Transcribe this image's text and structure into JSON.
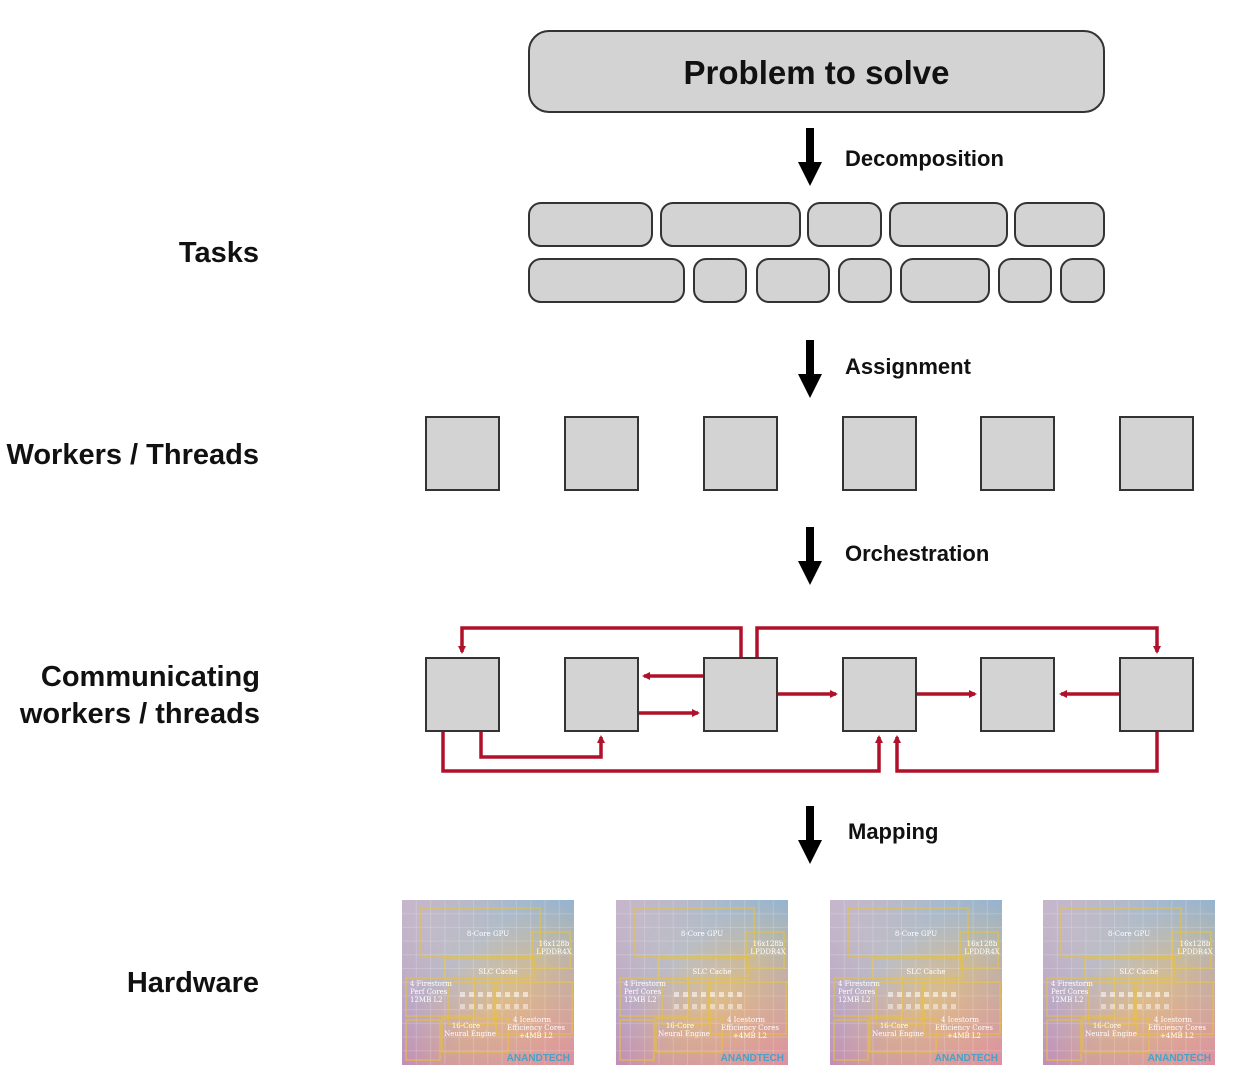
{
  "problem": {
    "label": "Problem to solve"
  },
  "steps": [
    {
      "label": "Decomposition"
    },
    {
      "label": "Assignment"
    },
    {
      "label": "Orchestration"
    },
    {
      "label": "Mapping"
    }
  ],
  "side_labels": {
    "tasks": "Tasks",
    "workers": "Workers / Threads",
    "communicating_line1": "Communicating",
    "communicating_line2": "workers / threads",
    "hardware": "Hardware"
  },
  "task_rows": [
    5,
    7
  ],
  "worker_count": 6,
  "chip_count": 4,
  "chip_labels": {
    "gpu": "8-Core GPU",
    "npu_line1": "16-Core",
    "npu_line2": "Neural Engine",
    "slc": "SLC Cache",
    "perf_line1": "4 Firestorm",
    "perf_line2": "Perf Cores",
    "perf_line3": "12MB L2",
    "eff_line1": "4 Icestorm",
    "eff_line2": "Efficiency Cores",
    "eff_line3": "+4MB L2",
    "ctrl_line1": "16x128b",
    "ctrl_line2": "LPDDR4X",
    "brand": "ANANDTECH"
  },
  "colors": {
    "box_fill": "#d3d3d3",
    "box_stroke": "#333333",
    "arrow_black": "#000000",
    "comm_red": "#b0102a"
  }
}
